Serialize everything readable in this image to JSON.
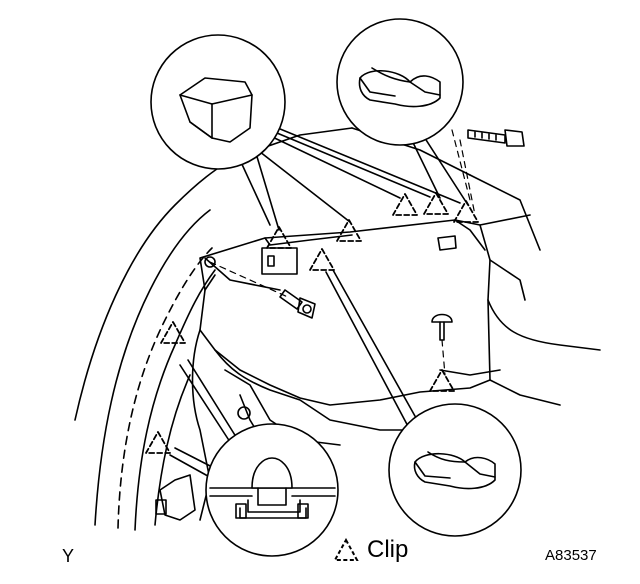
{
  "figure": {
    "corner_label": "Y",
    "figure_code": "A83537",
    "legend": {
      "symbol": "dashed-triangle-clip-icon",
      "text": "Clip"
    }
  },
  "colors": {
    "line": "#000000",
    "background": "#ffffff"
  }
}
